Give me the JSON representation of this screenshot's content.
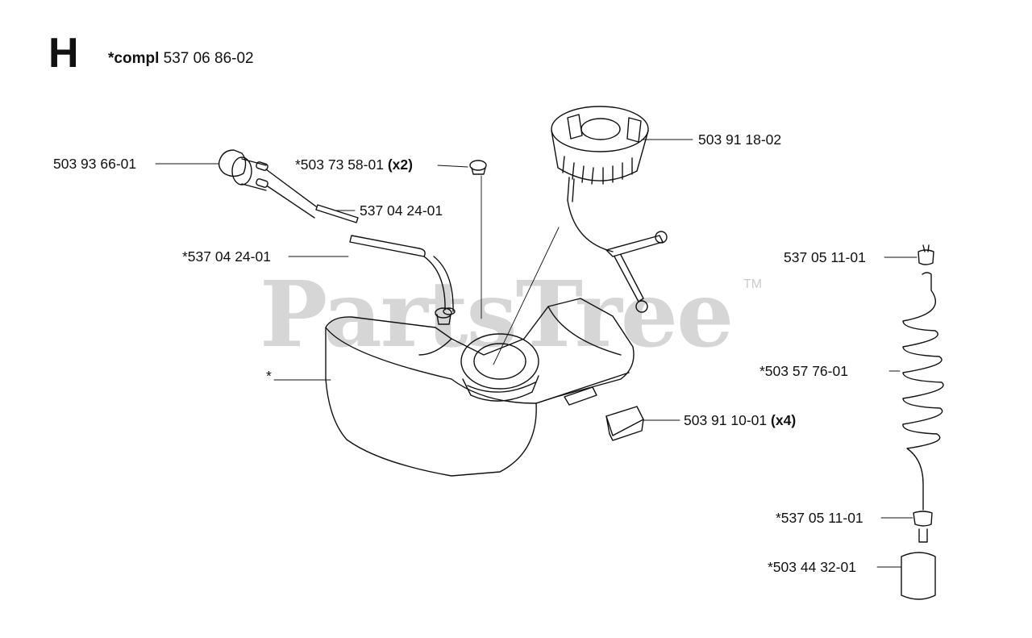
{
  "header": {
    "section": "H",
    "compl_prefix": "*compl",
    "compl_number": "537 06 86-02"
  },
  "watermark": {
    "text": "PartsTree",
    "tm": "TM"
  },
  "callouts": [
    {
      "id": "primer-bulb",
      "text": "503 93 66-01",
      "qty": ""
    },
    {
      "id": "grommet-top",
      "text": "*503 73 58-01",
      "qty": "(x2)"
    },
    {
      "id": "hose-upper",
      "text": "537 04 24-01",
      "qty": ""
    },
    {
      "id": "hose-lower",
      "text": "*537 04 24-01",
      "qty": ""
    },
    {
      "id": "fuel-cap",
      "text": "503 91 18-02",
      "qty": ""
    },
    {
      "id": "tank",
      "text": "*",
      "qty": ""
    },
    {
      "id": "rubber-mount",
      "text": "503 91 10-01",
      "qty": "(x4)"
    },
    {
      "id": "fitting-top",
      "text": "537 05 11-01",
      "qty": ""
    },
    {
      "id": "fuel-line-coil",
      "text": "*503 57 76-01",
      "qty": ""
    },
    {
      "id": "fitting-bottom",
      "text": "*537 05 11-01",
      "qty": ""
    },
    {
      "id": "fuel-filter",
      "text": "*503 44 32-01",
      "qty": ""
    }
  ]
}
